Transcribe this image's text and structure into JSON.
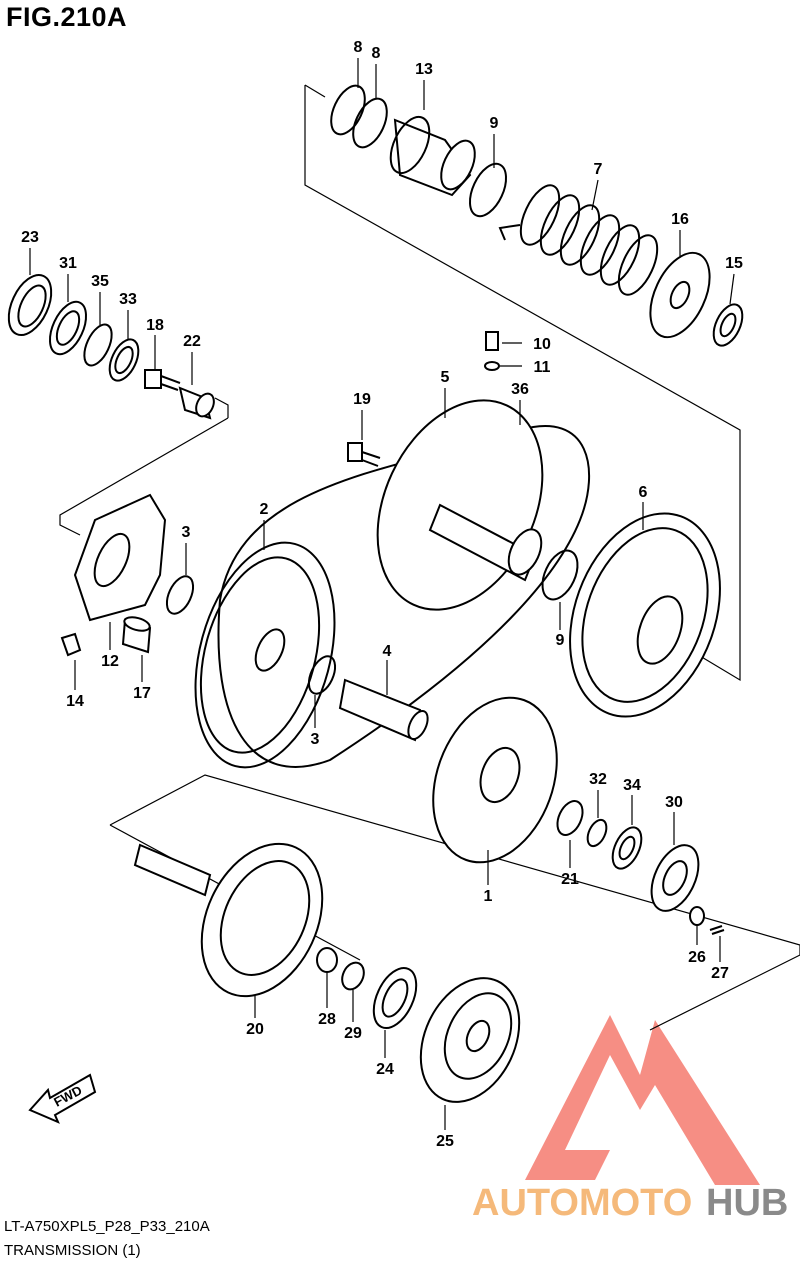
{
  "figure": {
    "title": "FIG.210A",
    "model_code": "LT-A750XPL5_P28_P33_210A",
    "caption": "TRANSMISSION (1)"
  },
  "fwd_arrow_label": "FWD",
  "watermark": {
    "text_part1": "AUTOMOTO",
    "text_part2": "HUB",
    "color_part1": "#f5b97a",
    "color_part2": "#8a8a8a",
    "logo_color": "#f47a6e"
  },
  "callouts": {
    "c8a": "8",
    "c8b": "8",
    "c13": "13",
    "c9a": "9",
    "c7": "7",
    "c16": "16",
    "c15": "15",
    "c23": "23",
    "c31": "31",
    "c35": "35",
    "c33": "33",
    "c18": "18",
    "c22": "22",
    "c10": "10",
    "c11": "11",
    "c5": "5",
    "c36": "36",
    "c19": "19",
    "c2": "2",
    "c3a": "3",
    "c6": "6",
    "c9b": "9",
    "c12": "12",
    "c14": "14",
    "c17": "17",
    "c4": "4",
    "c3b": "3",
    "c32": "32",
    "c34": "34",
    "c30": "30",
    "c21": "21",
    "c1": "1",
    "c26": "26",
    "c27": "27",
    "c20": "20",
    "c28": "28",
    "c29": "29",
    "c24": "24",
    "c25": "25"
  }
}
